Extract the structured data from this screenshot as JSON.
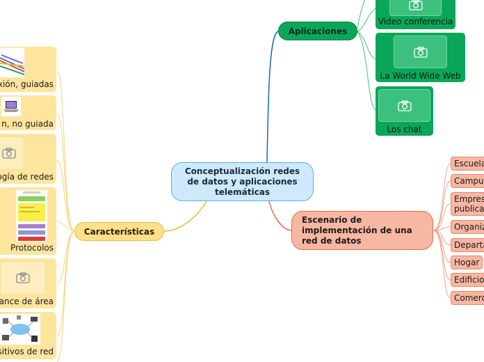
{
  "central": {
    "title": "Conceptualización   redes de datos y aplicaciones telemáticas"
  },
  "aplicaciones": {
    "label": "Aplicaciones",
    "items": [
      {
        "label": "Video conferencia",
        "icon": "camera-icon"
      },
      {
        "label": "La World  Wide Web",
        "icon": "camera-icon"
      },
      {
        "label": "Los chat",
        "icon": "camera-icon"
      }
    ]
  },
  "escenario": {
    "label": "Escenario de implementación de una red de datos",
    "items": [
      "Escuela",
      "Campus",
      "Empresas publicas",
      "Organiz",
      "Departa",
      "Hogar",
      "Edificio",
      "Comercio"
    ]
  },
  "caracteristicas": {
    "label": "Características",
    "items": [
      {
        "label": "xión, guiadas",
        "image": "network-cables-image"
      },
      {
        "label": "n, no guiada",
        "image": "laptop-image"
      },
      {
        "label": "ogía de redes",
        "icon": "camera-icon"
      },
      {
        "label": "Protocolos",
        "image": "protocol-stack-image"
      },
      {
        "label": "ance de área",
        "icon": "camera-icon"
      },
      {
        "label": "sitivos de red",
        "image": "network-devices-image"
      }
    ]
  },
  "colors": {
    "central": "#cde9fb",
    "aplicaciones": "#0aa65a",
    "escenario": "#f8b7a2",
    "caracteristicas": "#fde08a"
  }
}
